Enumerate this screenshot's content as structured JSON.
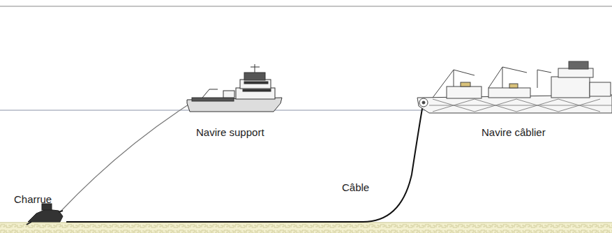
{
  "diagram": {
    "labels": [
      "Charrue",
      "Navire support",
      "Câble",
      "Navire câblier"
    ]
  }
}
